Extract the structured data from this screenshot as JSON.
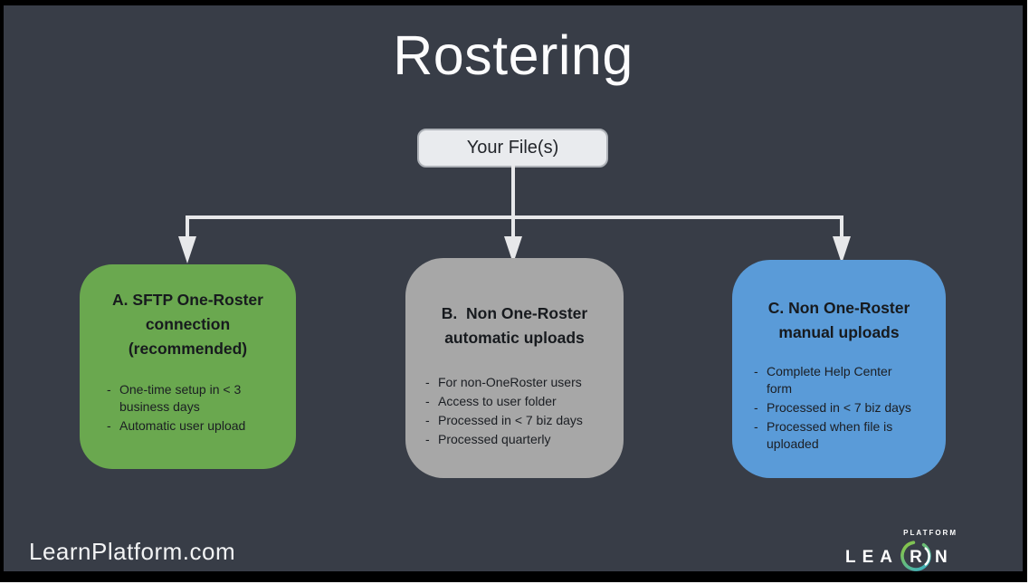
{
  "slide": {
    "title": "Rostering",
    "background_color": "#383d47",
    "footer": {
      "website": "LearnPlatform.com",
      "logo": {
        "tagline": "PLATFORM",
        "letters_left": "LEA",
        "circled_letter": "R",
        "letters_right": "N",
        "ring_color_start": "#8dc63f",
        "ring_color_end": "#38b1c5"
      }
    }
  },
  "flowchart": {
    "root_label": "Your File(s)",
    "connector_color": "#e7e8ea",
    "bullet_marker": "-",
    "branches": [
      {
        "key": "A",
        "color": "#6aa84f",
        "heading_lines": [
          "A. SFTP One-Roster",
          "connection",
          "(recommended)"
        ],
        "bullets": [
          "One-time setup in < 3 business days",
          "Automatic user upload"
        ]
      },
      {
        "key": "B",
        "color": "#a7a7a7",
        "heading_lines": [
          "B.  Non One-Roster",
          "automatic uploads"
        ],
        "bullets": [
          "For non-OneRoster users",
          "Access to user folder",
          "Processed in < 7 biz days",
          "Processed quarterly"
        ]
      },
      {
        "key": "C",
        "color": "#5a9bd8",
        "heading_lines": [
          "C. Non One-Roster",
          "manual uploads"
        ],
        "bullets": [
          "Complete Help Center form",
          "Processed in < 7 biz days",
          "Processed when file is uploaded"
        ]
      }
    ]
  }
}
